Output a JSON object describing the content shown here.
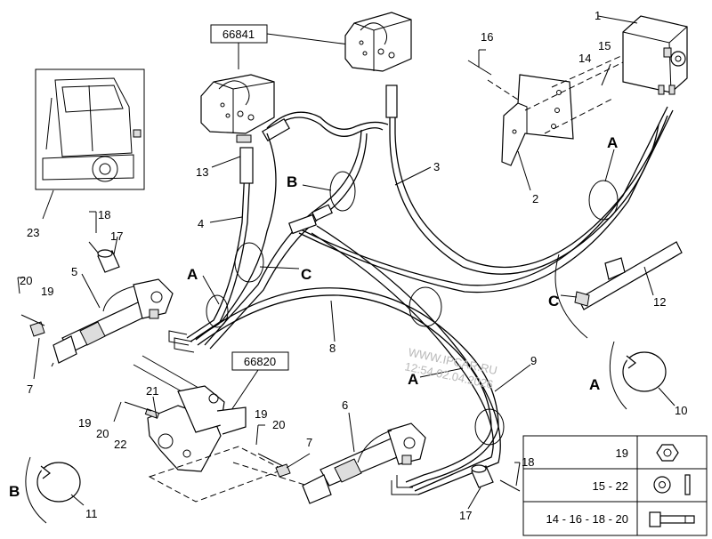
{
  "callouts": {
    "c1": "1",
    "c2": "2",
    "c3": "3",
    "c4": "4",
    "c5": "5",
    "c6": "6",
    "c7a": "7",
    "c7b": "7",
    "c8": "8",
    "c9": "9",
    "c10": "10",
    "c11": "11",
    "c12": "12",
    "c13": "13",
    "c14": "14",
    "c15": "15",
    "c16": "16",
    "c17a": "17",
    "c17b": "17",
    "c18a": "18",
    "c18b": "18",
    "c19a": "19",
    "c19b": "19",
    "c19c": "19",
    "c20a": "20",
    "c20b": "20",
    "c20c": "20",
    "c21": "21",
    "c22": "22",
    "c23": "23"
  },
  "references": {
    "ref_top": "66841",
    "ref_mid": "66820"
  },
  "section_letters": {
    "A1": "A",
    "A2": "A",
    "A3": "A",
    "A4": "A",
    "B1": "B",
    "B2": "B",
    "C1": "C",
    "C2": "C"
  },
  "legend": {
    "rows": [
      {
        "label": "19",
        "icon": "hex-nut-icon"
      },
      {
        "label": "15 - 22",
        "icon": "washer-pin-icon"
      },
      {
        "label": "14 - 16 - 18 - 20",
        "icon": "bolt-icon"
      }
    ]
  },
  "watermark": {
    "line1": "WWW.IPCAR.RU",
    "line2": "12:54 02.04.2026"
  }
}
